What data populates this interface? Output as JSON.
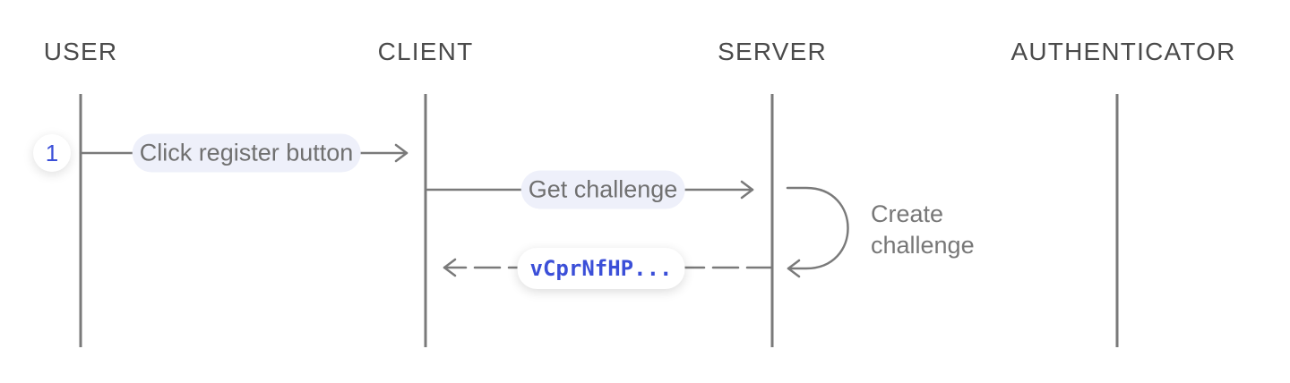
{
  "actors": [
    {
      "label": "USER"
    },
    {
      "label": "CLIENT"
    },
    {
      "label": "SERVER"
    },
    {
      "label": "AUTHENTICATOR"
    }
  ],
  "step": {
    "number": "1"
  },
  "messages": [
    {
      "label": "Click register button",
      "from": "USER",
      "to": "CLIENT",
      "style": "solid"
    },
    {
      "label": "Get challenge",
      "from": "CLIENT",
      "to": "SERVER",
      "style": "solid"
    },
    {
      "label": "vCprNfHP...",
      "from": "SERVER",
      "to": "CLIENT",
      "style": "dashed"
    }
  ],
  "self_note": {
    "line1": "Create",
    "line2": "challenge"
  },
  "colors": {
    "accent": "#3b4fd8",
    "line": "#7a7a7a",
    "pill_bg": "#eef0fa",
    "text_muted": "#707070"
  }
}
